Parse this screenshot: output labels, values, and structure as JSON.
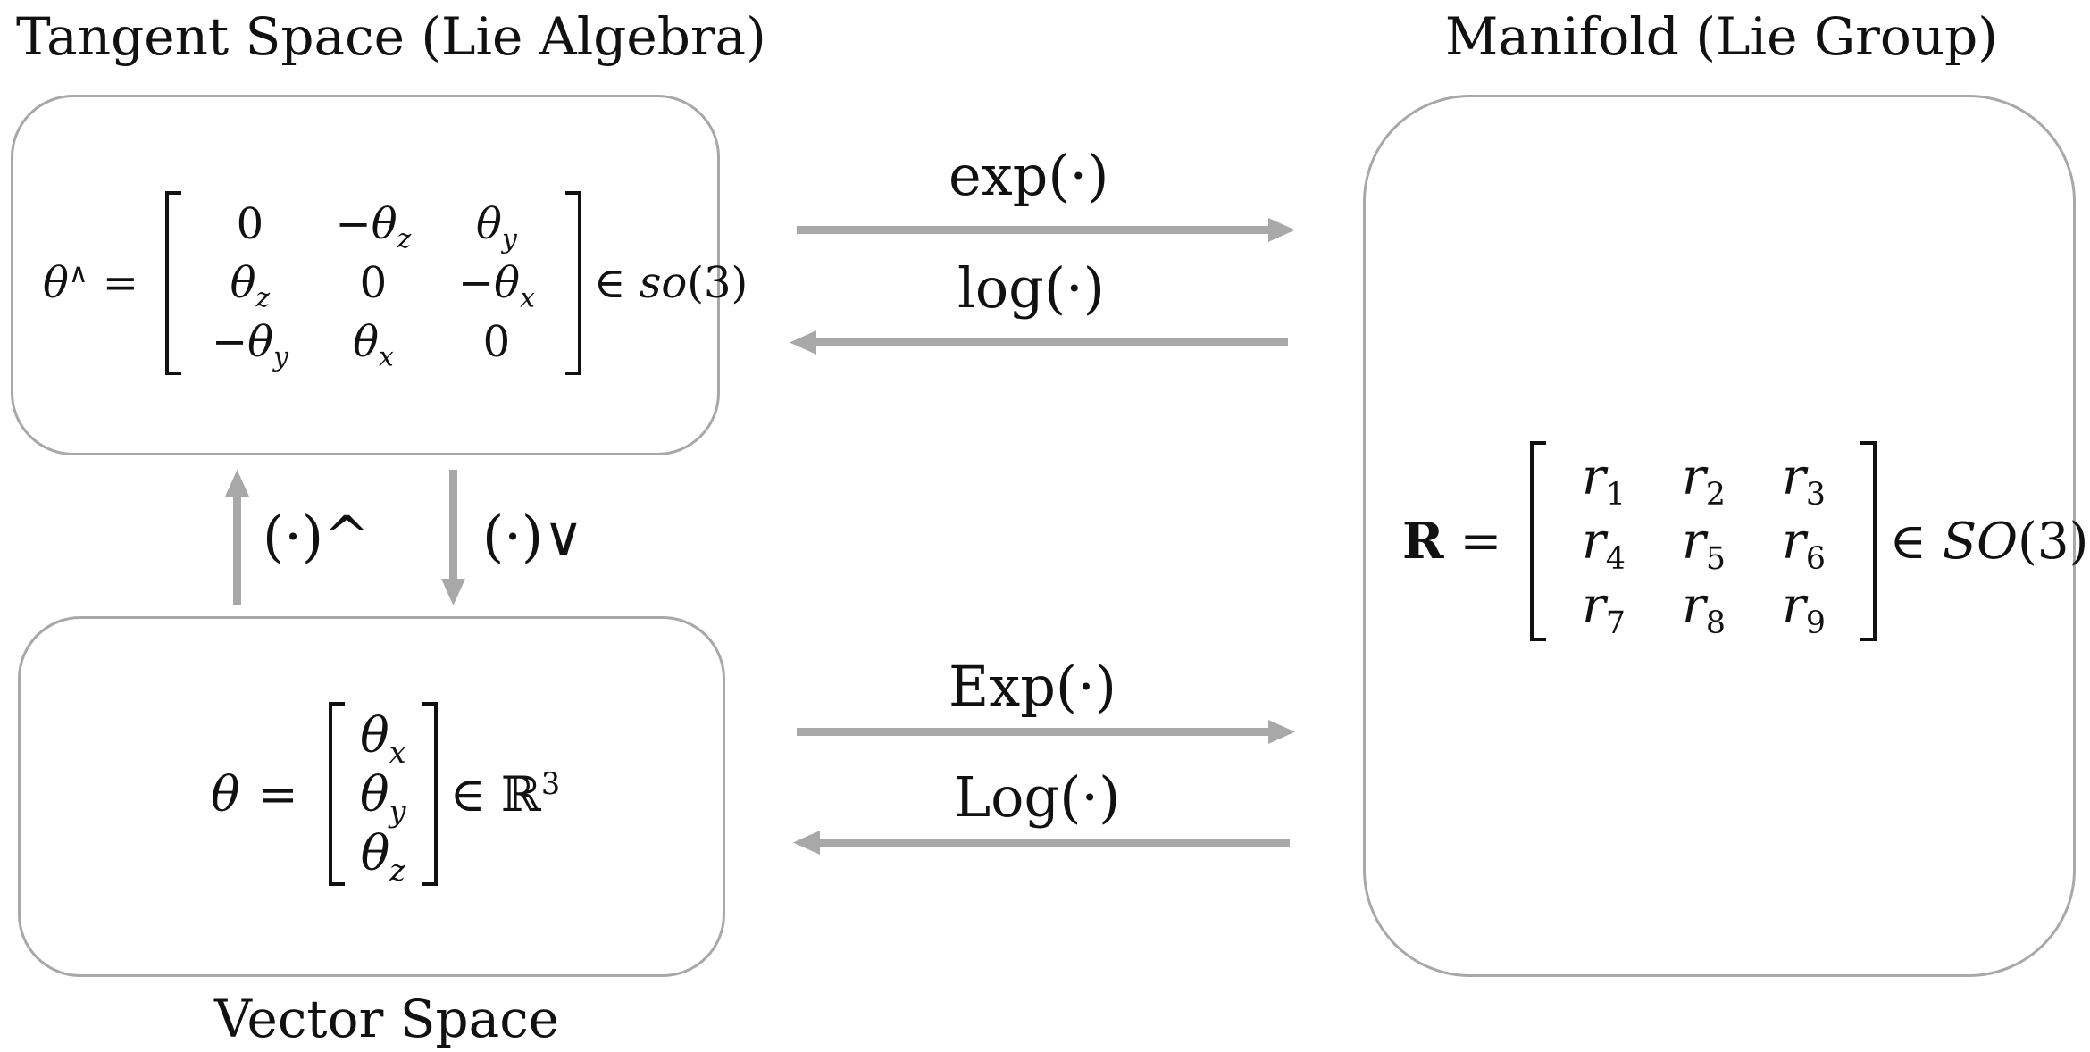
{
  "headings": {
    "tangent_space": "Tangent Space (Lie Algebra)",
    "manifold": "Manifold (Lie Group)",
    "vector_space": "Vector Space"
  },
  "operators": {
    "exp": "exp(·)",
    "log": "log(·)",
    "Exp": "Exp(·)",
    "Log": "Log(·)",
    "hat": "(·)^",
    "vee": "(·)∨"
  },
  "so3_equation": {
    "lhs_symbol": "θ",
    "lhs_superscript": "∧",
    "equals": "=",
    "matrix": [
      [
        "0",
        "−θz",
        "θy"
      ],
      [
        "θz",
        "0",
        "−θx"
      ],
      [
        "−θy",
        "θx",
        "0"
      ]
    ],
    "membership": "∈",
    "set_name": "so",
    "set_arg": "(3)"
  },
  "vector_equation": {
    "lhs_symbol": "θ",
    "equals": "=",
    "vector": [
      "θx",
      "θy",
      "θz"
    ],
    "membership": "∈",
    "set_name": "ℝ",
    "set_exponent": "3"
  },
  "group_equation": {
    "lhs_symbol": "R",
    "equals": "=",
    "matrix": [
      [
        "r1",
        "r2",
        "r3"
      ],
      [
        "r4",
        "r5",
        "r6"
      ],
      [
        "r7",
        "r8",
        "r9"
      ]
    ],
    "membership": "∈",
    "set_name": "SO",
    "set_arg": "(3)"
  },
  "colors": {
    "arrow": "#a8a8a8",
    "box_border": "#a8a8a8",
    "text": "#111111"
  }
}
